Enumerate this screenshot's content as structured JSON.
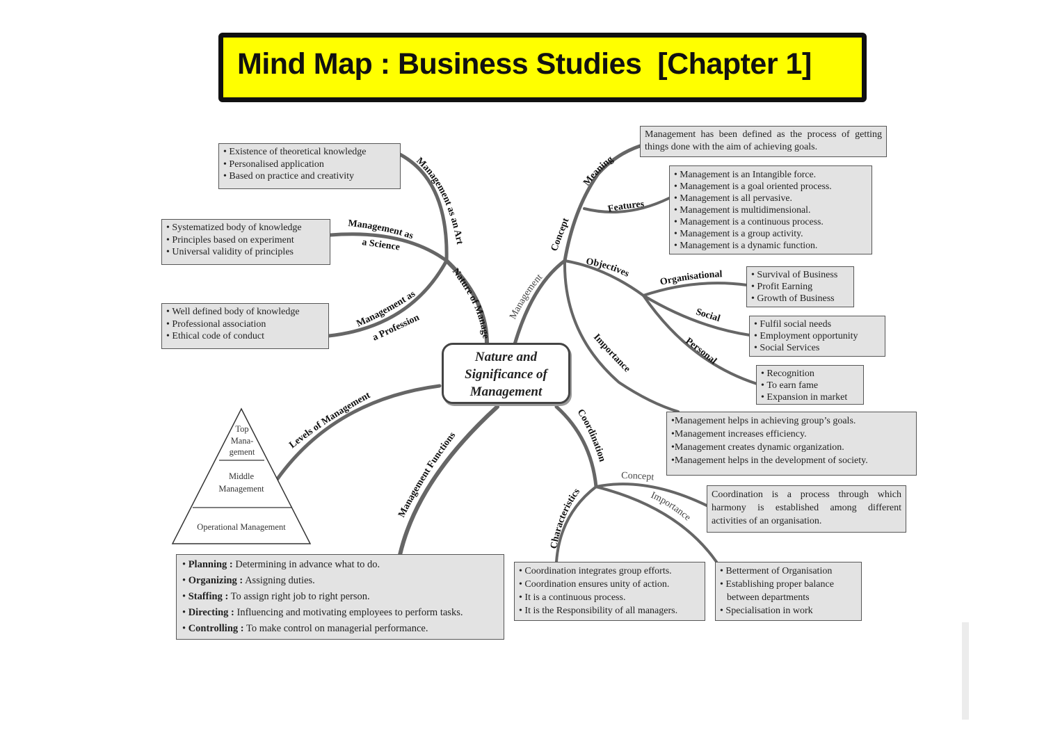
{
  "title": "Mind Map : Business Studies  [Chapter 1]",
  "center": {
    "line1": "Nature and",
    "line2": "Significance of",
    "line3": "Management"
  },
  "branches": {
    "nature": "Nature of Management",
    "art": "Management as an Art",
    "science1": "Management as",
    "science2": "a Science",
    "profession1": "Management as",
    "profession2": "a Profession",
    "management": "Management",
    "concept": "Concept",
    "meaning": "Meaning",
    "features": "Features",
    "objectives": "Objectives",
    "organisational": "Organisational",
    "social": "Social",
    "personal": "Personal",
    "importance": "Importance",
    "levels": "Levels of Management",
    "functions": "Management Functions",
    "coordination": "Coordination",
    "coord_concept": "Concept",
    "coord_importance": "Importance",
    "characteristics": "Characteristics"
  },
  "art_box": [
    "Existence of theoretical knowledge",
    "Personalised application",
    "Based on practice and creativity"
  ],
  "science_box": [
    "Systematized body of knowledge",
    "Principles based on experiment",
    "Universal validity of principles"
  ],
  "profession_box": [
    "Well defined body of knowledge",
    "Professional association",
    "Ethical code of conduct"
  ],
  "meaning_box": "Management has been defined as the process of getting things done with the aim of achieving goals.",
  "features_box": [
    "Management is an Intangible force.",
    "Management is a goal oriented process.",
    "Management is all pervasive.",
    "Management is multidimensional.",
    "Management is a continuous process.",
    "Management is a group activity.",
    "Management is a dynamic function."
  ],
  "organisational_box": [
    "Survival of Business",
    "Profit Earning",
    "Growth of Business"
  ],
  "social_box": [
    "Fulfil social needs",
    "Employment opportunity",
    "Social Services"
  ],
  "personal_box": [
    "Recognition",
    "To earn fame",
    "Expansion in market"
  ],
  "importance_box": [
    "•Management helps in achieving group’s goals.",
    "•Management increases efficiency.",
    "•Management creates dynamic organization.",
    "•Management helps in the development of society."
  ],
  "pyramid": {
    "top1": "Top",
    "top2": "Mana-",
    "top3": "gement",
    "mid1": "Middle",
    "mid2": "Management",
    "bottom": "Operational Management"
  },
  "functions_box": [
    {
      "term": "Planning :",
      "desc": " Determining in advance what to do."
    },
    {
      "term": "Organizing :",
      "desc": " Assigning duties."
    },
    {
      "term": "Staffing :",
      "desc": " To assign right job to right person."
    },
    {
      "term": "Directing :",
      "desc": " Influencing and motivating employees to perform tasks."
    },
    {
      "term": "Controlling :",
      "desc": " To make control on managerial performance."
    }
  ],
  "coord_concept_box": "Coordination is a process through which harmony is established among different activities of an organisation.",
  "characteristics_box": [
    "Coordination integrates group efforts.",
    "Coordination ensures unity of action.",
    "It is a continuous process.",
    "It is the Responsibility of all managers."
  ],
  "coord_importance_box": [
    "Betterment of Organisation",
    "Establishing proper balance",
    "between departments",
    "Specialisation in work"
  ]
}
